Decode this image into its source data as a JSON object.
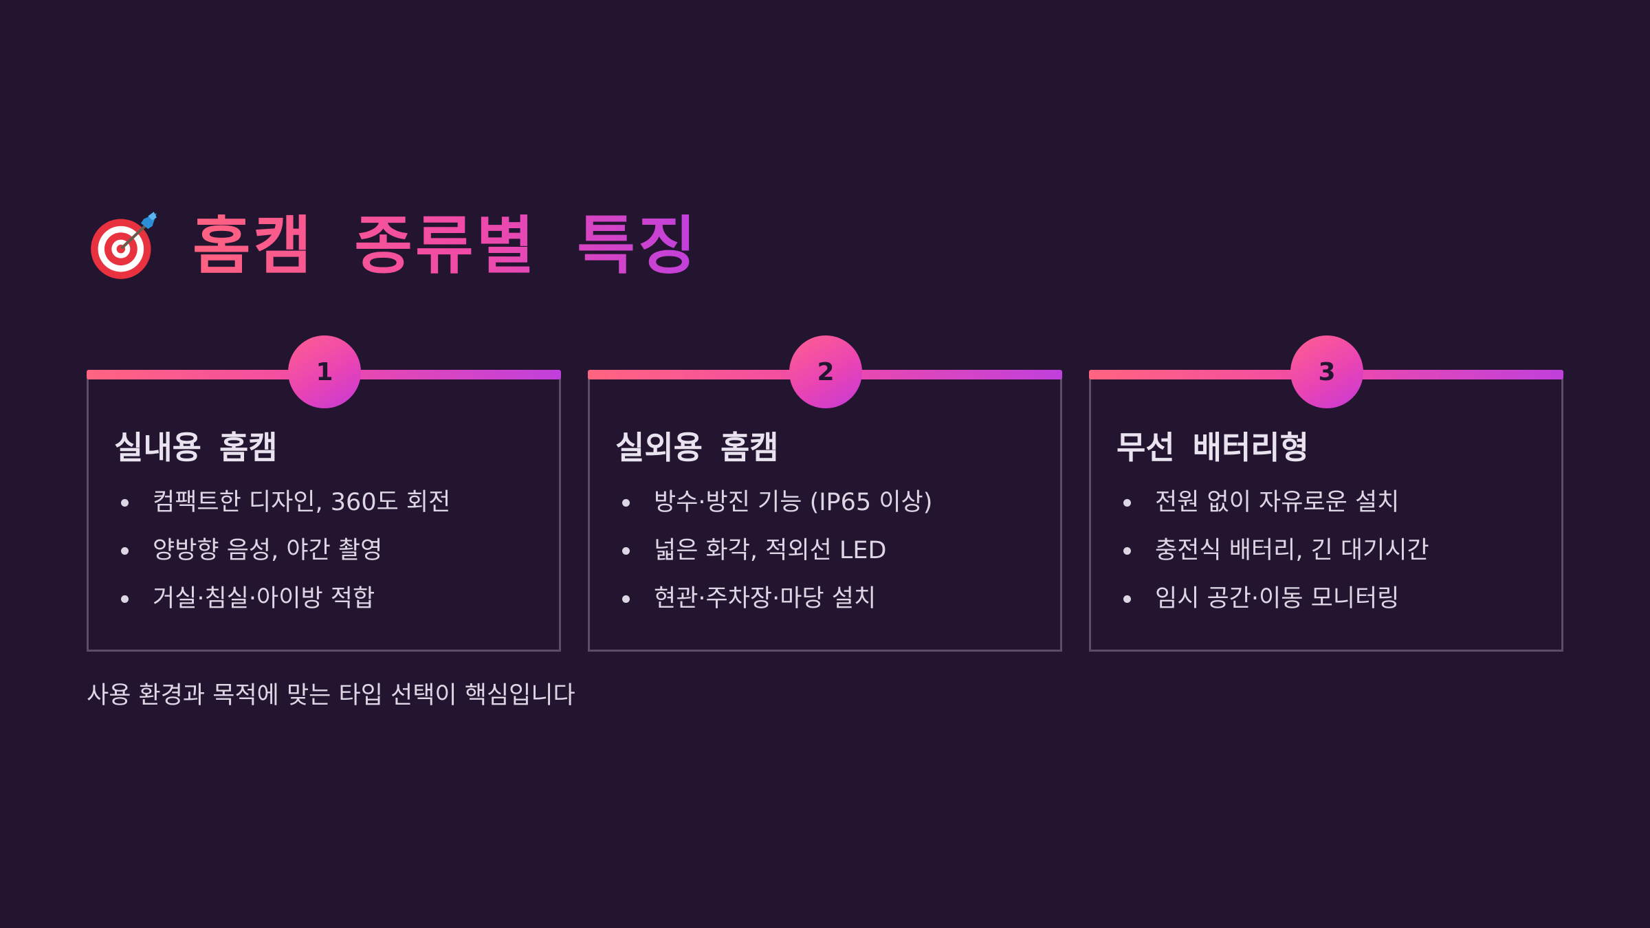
{
  "slide": {
    "title_icon": "dart-target-icon",
    "title": "홈캠 종류별 특징",
    "cards": [
      {
        "number": "1",
        "title": "실내용 홈캠",
        "bullets": [
          "컴팩트한 디자인, 360도 회전",
          "양방향 음성, 야간 촬영",
          "거실·침실·아이방 적합"
        ]
      },
      {
        "number": "2",
        "title": "실외용 홈캠",
        "bullets": [
          "방수·방진 기능 (IP65 이상)",
          "넓은 화각, 적외선 LED",
          "현관·주차장·마당 설치"
        ]
      },
      {
        "number": "3",
        "title": "무선 배터리형",
        "bullets": [
          "전원 없이 자유로운 설치",
          "충전식 배터리, 긴 대기시간",
          "임시 공간·이동 모니터링"
        ]
      }
    ],
    "footer": "사용 환경과 목적에 맞는 타입 선택이 핵심입니다"
  },
  "colors": {
    "background": "#231530",
    "accent_start": "#ff6480",
    "accent_mid": "#f04aa8",
    "accent_end": "#c040dc",
    "card_border": "#5b4c69",
    "text": "#ddd6e4"
  }
}
